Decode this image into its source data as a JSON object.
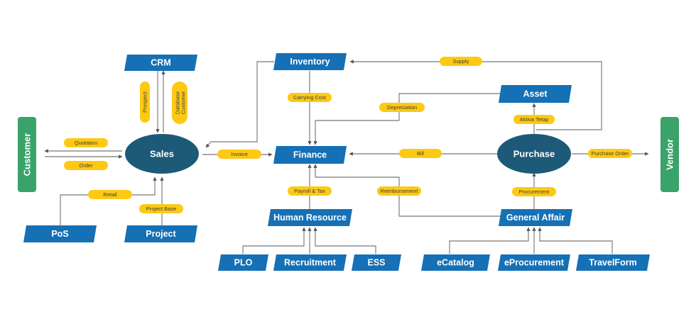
{
  "nodes": {
    "crm": "CRM",
    "inventory": "Inventory",
    "asset": "Asset",
    "finance": "Finance",
    "sales": "Sales",
    "purchase": "Purchase",
    "customer": "Customer",
    "vendor": "Vendor",
    "pos": "PoS",
    "project": "Project",
    "human_resource": "Human Resource",
    "general_affair": "General Affair",
    "plo": "PLO",
    "recruitment": "Recruitment",
    "ess": "ESS",
    "ecatalog": "eCatalog",
    "eprocurement": "eProcurement",
    "travelform": "TravelForm"
  },
  "labels": {
    "supply": "Supply",
    "carrying_cost": "Carrying Cost",
    "depreciation": "Depreciation",
    "aktiva_tetap": "Aktiva Tetap",
    "quotation": "Quotation",
    "order": "Order",
    "invoice": "Invoice",
    "bill": "Bill",
    "purchase_order": "Purchase Order",
    "retail": "Retail",
    "project_base": "Project Base",
    "payroll_tax": "Payroll & Tax",
    "reimbursement": "Reimbursement",
    "procurement": "Procurement",
    "prospect": "Prospect",
    "database_line1": "Database",
    "database_line2": "Customer"
  },
  "colors": {
    "module_box": "#1570b5",
    "hub_ellipse": "#1d5a78",
    "side_box": "#3aa36a",
    "label_pill": "#fdc913",
    "connector": "#555555"
  }
}
